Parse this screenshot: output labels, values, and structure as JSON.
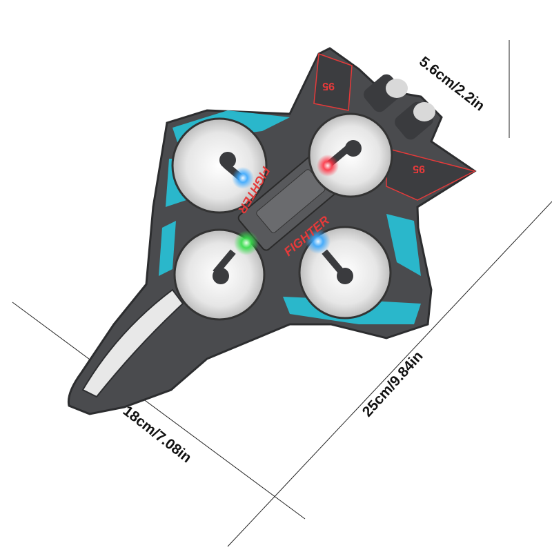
{
  "product": {
    "body_text": [
      "FIGHTER",
      "FIGHTER"
    ],
    "tail_marks": [
      "95",
      "95"
    ],
    "colors": {
      "body": "#4a4b4e",
      "accent_cyan": "#27c3d9",
      "accent_red": "#e53a3a",
      "led_green": "#35e04a",
      "led_blue": "#39a8ff",
      "led_red": "#ff3344"
    }
  },
  "dimensions": {
    "height": "5.6cm/2.2in",
    "length": "25cm/9.84in",
    "width": "18cm/7.08in"
  }
}
